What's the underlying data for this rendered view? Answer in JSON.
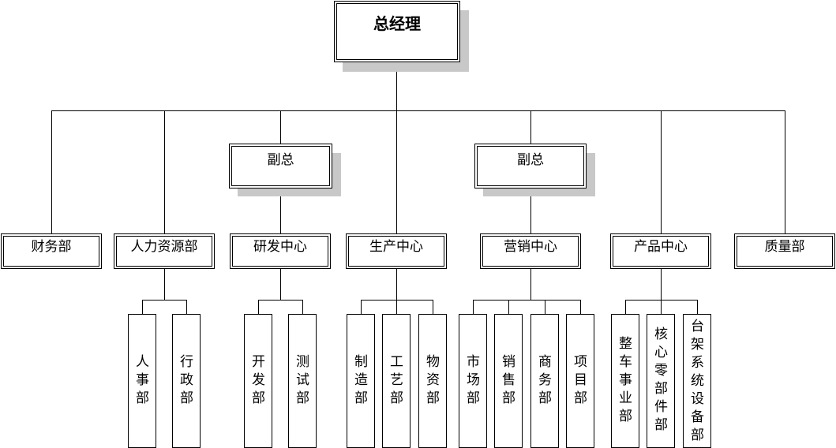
{
  "top": {
    "label": "总经理"
  },
  "deputies": [
    {
      "label": "副总"
    },
    {
      "label": "副总"
    }
  ],
  "departments": [
    {
      "label": "财务部"
    },
    {
      "label": "人力资源部"
    },
    {
      "label": "研发中心"
    },
    {
      "label": "生产中心"
    },
    {
      "label": "营销中心"
    },
    {
      "label": "产品中心"
    },
    {
      "label": "质量部"
    }
  ],
  "sub_units": [
    {
      "label": "人事部"
    },
    {
      "label": "行政部"
    },
    {
      "label": "开发部"
    },
    {
      "label": "测试部"
    },
    {
      "label": "制造部"
    },
    {
      "label": "工艺部"
    },
    {
      "label": "物资部"
    },
    {
      "label": "市场部"
    },
    {
      "label": "销售部"
    },
    {
      "label": "商务部"
    },
    {
      "label": "项目部"
    },
    {
      "label": "整车事业部"
    },
    {
      "label": "核心零部件部"
    },
    {
      "label": "台架系统设备部"
    }
  ]
}
